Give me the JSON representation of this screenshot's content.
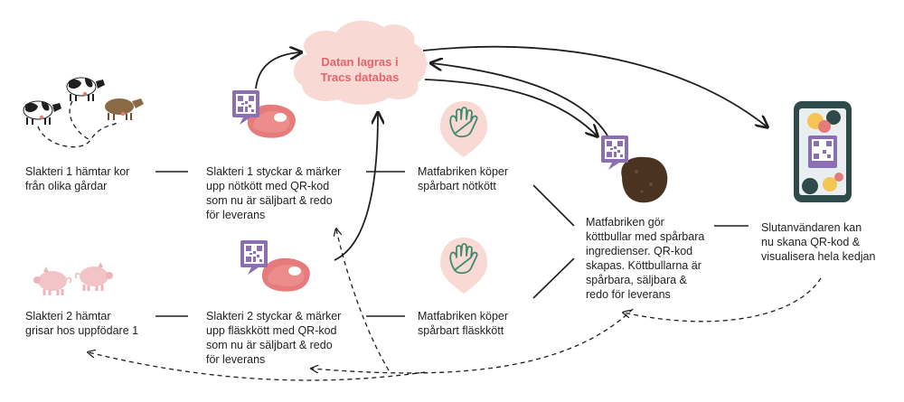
{
  "cloud": {
    "text": "Datan lagras i\nTracs databas"
  },
  "steps": {
    "slakteri1_hamtar": "Slakteri 1 hämtar kor\nfrån olika gårdar",
    "slakteri1_styckar": "Slakteri 1 styckar & märker\nupp nötkött med QR-kod\nsom nu är säljbart & redo\nför leverans",
    "matfabrik_notkott": "Matfabriken köper\nspårbart nötkött",
    "slakteri2_hamtar": "Slakteri 2 hämtar\ngrisar hos uppfödare 1",
    "slakteri2_styckar": "Slakteri 2 styckar & märker\nupp fläskkött med QR-kod\nsom nu är säljbart & redo\nför leverans",
    "matfabrik_flaskkott": "Matfabriken köper\nspårbart fläskkött",
    "matfabrik_kottbullar": "Matfabriken gör\nköttbullar med spårbara\ningredienser. QR-kod\nskapas. Köttbullarna är\nspårbara, säljbara &\nredo för leverans",
    "slutanvandaren": "Slutanvändaren kan\nnu skana QR-kod &\nvisualisera hela kedjan"
  },
  "colors": {
    "cloud": "#f9d9d4",
    "cloud_text": "#e0666a",
    "qr": "#8c6fb3",
    "meat": "#e57b7b",
    "pig": "#f2c4c8",
    "hand_circle": "#f9d9d4",
    "hand": "#3f8a6e",
    "meatball": "#4a3320",
    "phone": "#2f4a4a"
  },
  "icons": [
    "cow-icon",
    "pig-icon",
    "qr-code-icon",
    "steak-icon",
    "hand-icon",
    "meatball-icon",
    "phone-icon"
  ]
}
